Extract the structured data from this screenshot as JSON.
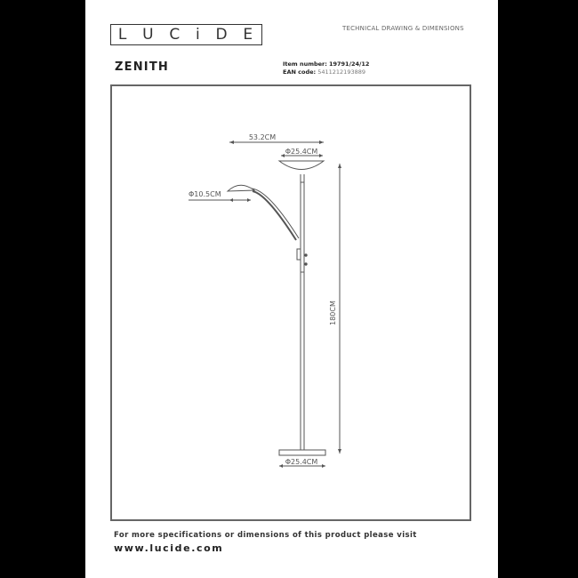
{
  "header": {
    "brand_letters": [
      "L",
      "U",
      "C",
      "i",
      "D",
      "E"
    ],
    "doc_type": "TECHNICAL DRAWING & DIMENSIONS"
  },
  "product": {
    "name": "ZENITH",
    "item_number_label": "Item number:",
    "item_number": "19791/24/12",
    "ean_label": "EAN code:",
    "ean": "5411212193889"
  },
  "drawing": {
    "dimensions": {
      "total_width": "53.2CM",
      "uplight_diameter": "Φ25.4CM",
      "reading_light_diameter": "Φ10.5CM",
      "height": "180CM",
      "base_diameter": "Φ25.4CM"
    },
    "line_color": "#555555"
  },
  "footer": {
    "text": "For more specifications or dimensions of this product please visit",
    "url": "www.lucide.com"
  }
}
